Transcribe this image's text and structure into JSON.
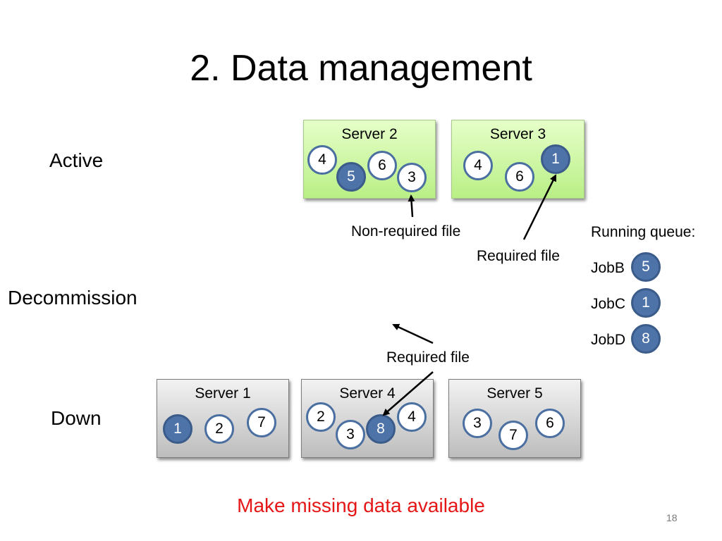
{
  "title": "2. Data management",
  "rows": {
    "active": "Active",
    "decommission": "Decommission",
    "down": "Down"
  },
  "servers": {
    "server2": {
      "name": "Server 2",
      "files": [
        "4",
        "5",
        "6",
        "3"
      ]
    },
    "server3": {
      "name": "Server 3",
      "files": [
        "4",
        "1",
        "6"
      ]
    },
    "server1": {
      "name": "Server 1",
      "files": [
        "1",
        "2",
        "7"
      ]
    },
    "server4": {
      "name": "Server 4",
      "files": [
        "2",
        "4",
        "3",
        "8"
      ]
    },
    "server5": {
      "name": "Server 5",
      "files": [
        "3",
        "6",
        "7"
      ]
    }
  },
  "annotations": {
    "non_required": "Non-required file",
    "required_top": "Required file",
    "required_bottom": "Required file"
  },
  "queue": {
    "title": "Running queue:",
    "jobs": [
      {
        "name": "JobB",
        "file": "5"
      },
      {
        "name": "JobC",
        "file": "1"
      },
      {
        "name": "JobD",
        "file": "8"
      }
    ]
  },
  "footer": "Make missing data available",
  "page_number": "18",
  "colors": {
    "active_box": "#c9f5a0",
    "down_box": "#d6d6d6",
    "node_border": "#4a6fa0",
    "node_filled": "#4e73a8",
    "footer_text": "#e51616"
  }
}
